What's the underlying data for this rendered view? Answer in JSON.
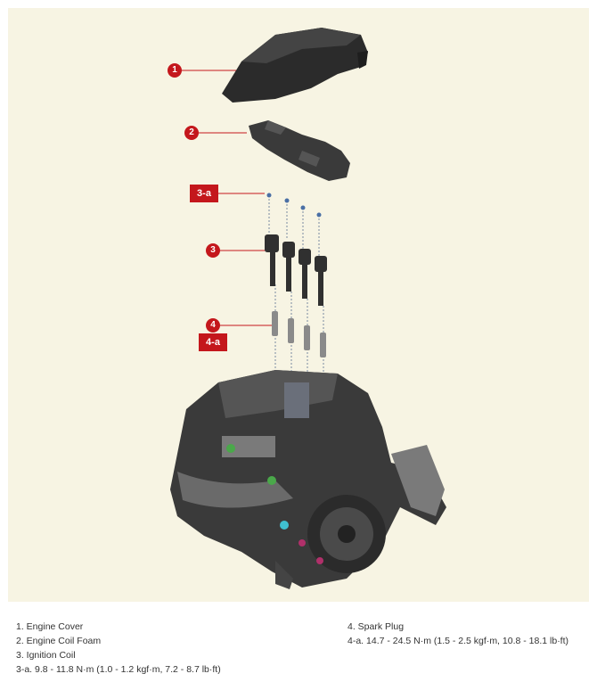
{
  "callouts": {
    "c1": "1",
    "c2": "2",
    "c3": "3",
    "c4": "4",
    "t3a": "3-a",
    "t4a": "4-a"
  },
  "legend": {
    "left": [
      "1. Engine Cover",
      "2. Engine Coil Foam",
      "3. Ignition Coil",
      "3-a. 9.8 - 11.8 N·m (1.0 - 1.2 kgf·m, 7.2 - 8.7 lb·ft)"
    ],
    "right": [
      "4. Spark Plug",
      "4-a. 14.7 - 24.5 N·m (1.5 - 2.5 kgf·m, 10.8 - 18.1 lb·ft)"
    ]
  },
  "colors": {
    "background": "#f7f4e3",
    "callout": "#c4171c",
    "part_dark": "#2a2a2a"
  }
}
